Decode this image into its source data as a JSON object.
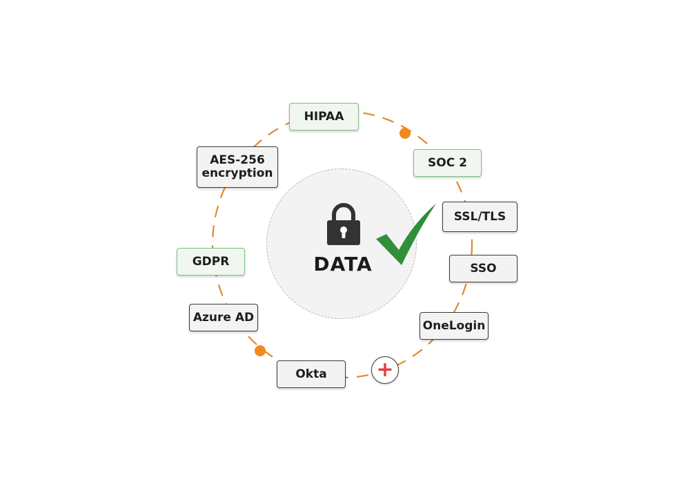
{
  "center": {
    "label": "DATA"
  },
  "badges": {
    "hipaa": "HIPAA",
    "soc2": "SOC 2",
    "ssl_tls": "SSL/TLS",
    "sso": "SSO",
    "onelogin": "OneLogin",
    "okta": "Okta",
    "azure_ad": "Azure AD",
    "gdpr": "GDPR",
    "aes_line1": "AES-256",
    "aes_line2": "encryption"
  },
  "icons": {
    "center_lock": "lock-icon",
    "center_check": "checkmark-icon",
    "add": "plus-icon"
  },
  "colors": {
    "ring": "#e08a2a",
    "dot": "#ef8a1f",
    "check": "#2f8f3a",
    "plus": "#e0424a",
    "green_border": "#7cc07f"
  }
}
